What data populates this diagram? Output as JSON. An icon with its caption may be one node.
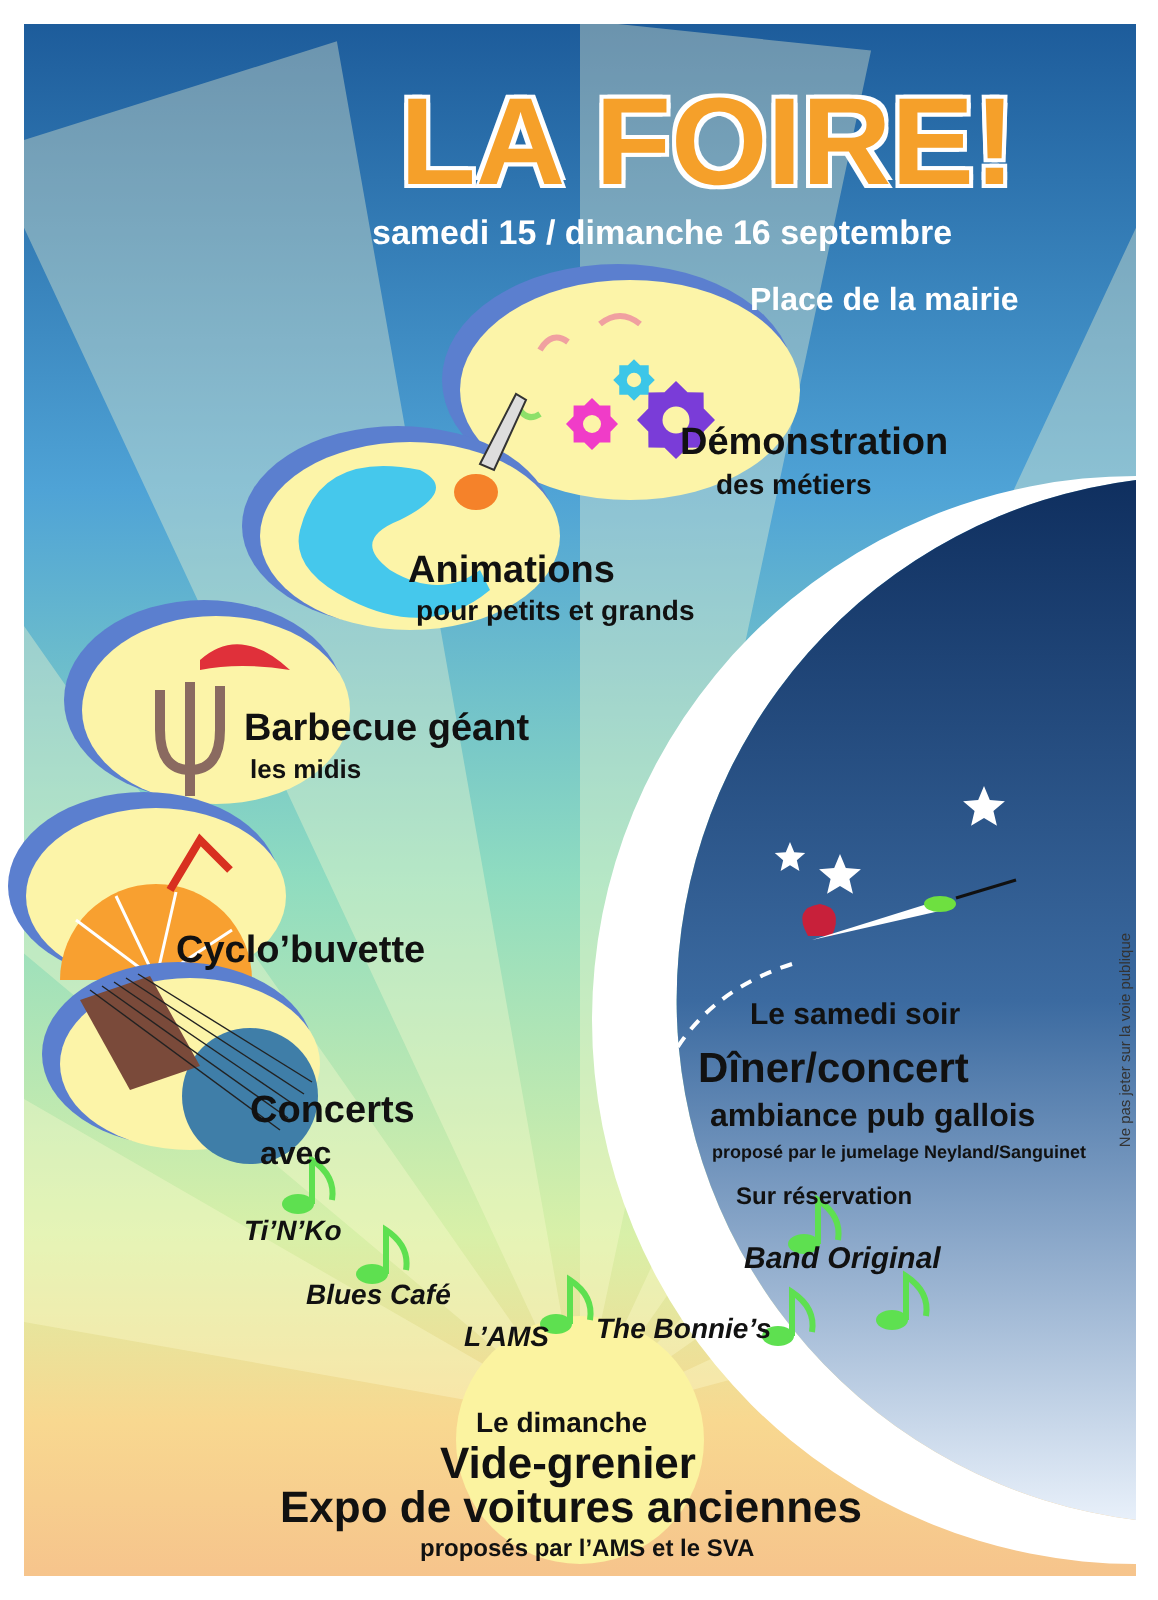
{
  "diagram": {
    "title": "LA FOIRE!",
    "labels": [
      "samedi 15 / dimanche 16 septembre",
      "Place de la mairie",
      "Démonstration",
      "des métiers",
      "Animations",
      "pour petits et grands",
      "Barbecue géant",
      "les midis",
      "Cyclo’buvette",
      "Le samedi soir",
      "Dîner/concert",
      "ambiance pub gallois",
      "proposé par le jumelage Neyland/Sanguinet",
      "Concerts",
      "avec",
      "Sur réservation",
      "Ti’N’Ko",
      "Band Original",
      "Blues Café",
      "L’AMS",
      "The Bonnie’s",
      "Ne pas jeter sur la voie publique",
      "Le dimanche",
      "Vide-grenier",
      "Expo de voitures anciennes",
      "proposés par l’AMS et le SVA"
    ]
  }
}
